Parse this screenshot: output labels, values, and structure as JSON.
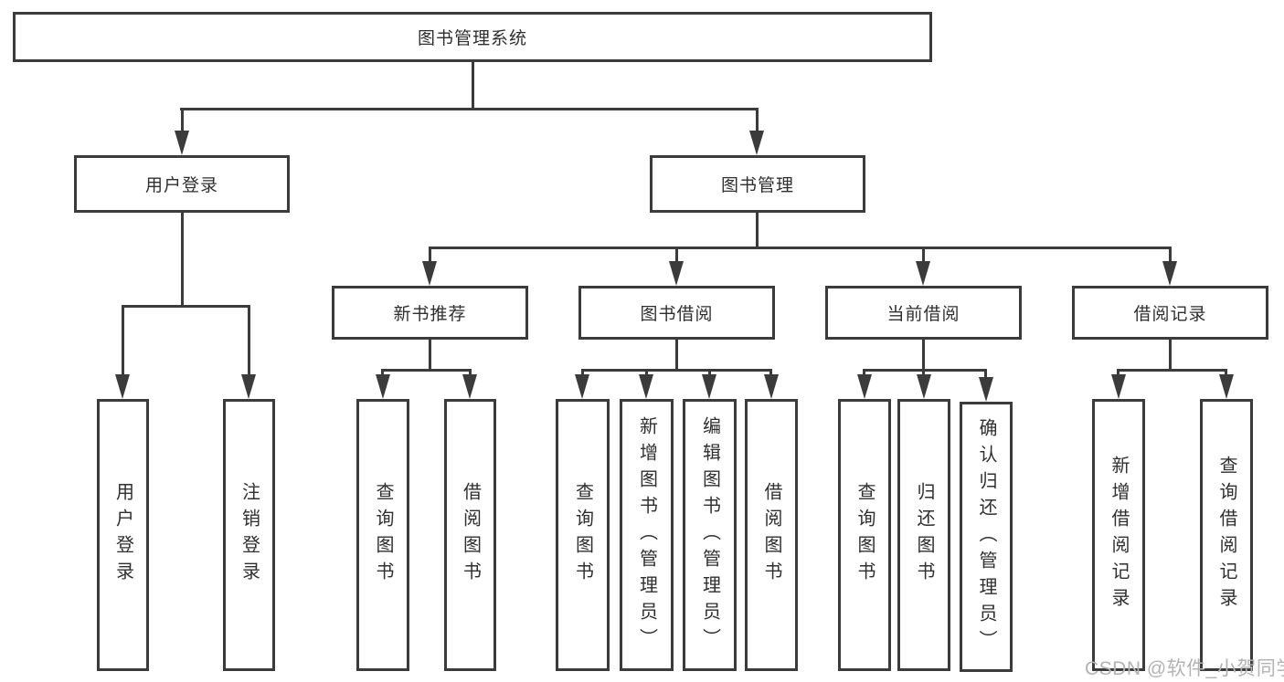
{
  "tree": {
    "root": {
      "label": "图书管理系统",
      "children": [
        {
          "label": "用户登录",
          "children": [
            {
              "label": "用户登录"
            },
            {
              "label": "注销登录"
            }
          ]
        },
        {
          "label": "图书管理",
          "children": [
            {
              "label": "新书推荐",
              "children": [
                {
                  "label": "查询图书"
                },
                {
                  "label": "借阅图书"
                }
              ]
            },
            {
              "label": "图书借阅",
              "children": [
                {
                  "label": "查询图书"
                },
                {
                  "label": "新增图书（管理员）"
                },
                {
                  "label": "编辑图书（管理员）"
                },
                {
                  "label": "借阅图书"
                }
              ]
            },
            {
              "label": "当前借阅",
              "children": [
                {
                  "label": "查询图书"
                },
                {
                  "label": "归还图书"
                },
                {
                  "label": "确认归还（管理员）"
                }
              ]
            },
            {
              "label": "借阅记录",
              "children": [
                {
                  "label": "新增借阅记录"
                },
                {
                  "label": "查询借阅记录"
                }
              ]
            }
          ]
        }
      ]
    }
  },
  "watermark": {
    "text": "CSDN @软件_小贺同学"
  },
  "colors": {
    "line": "#3b3b3b",
    "text": "#2f2f2f",
    "box_bg": "#ffffff",
    "background": "#ffffff",
    "watermark": "#b3b3b3"
  }
}
